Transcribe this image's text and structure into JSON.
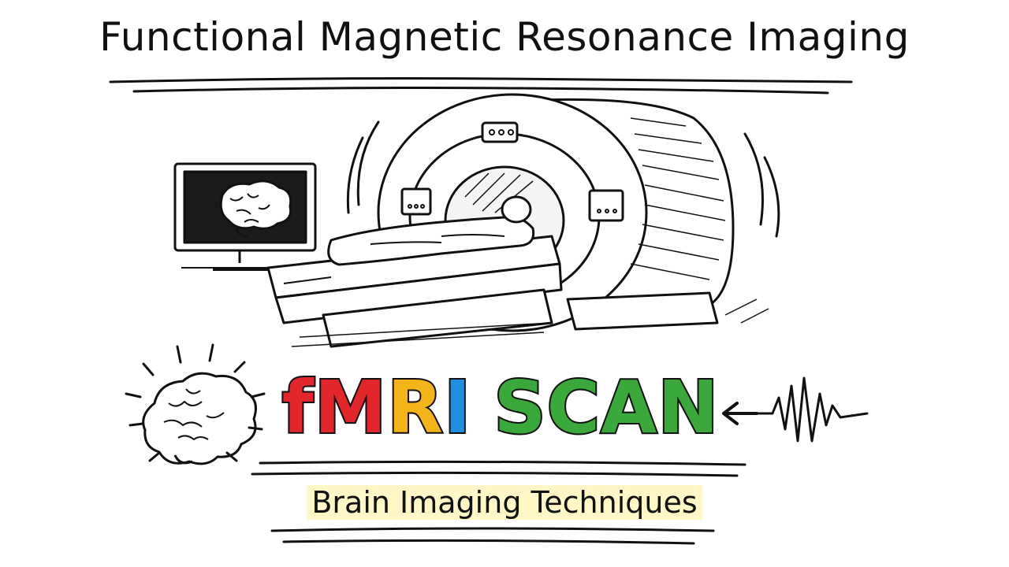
{
  "title": "Functional Magnetic Resonance Imaging",
  "headline": {
    "letters": [
      {
        "char": "f",
        "color": "#e3262b"
      },
      {
        "char": "M",
        "color": "#e3262b"
      },
      {
        "char": "R",
        "color": "#f2b418"
      },
      {
        "char": "I",
        "color": "#1f8fe0"
      },
      {
        "char": " ",
        "color": "#ffffff"
      },
      {
        "char": "S",
        "color": "#3aa83a"
      },
      {
        "char": "C",
        "color": "#3aa83a"
      },
      {
        "char": "A",
        "color": "#3aa83a"
      },
      {
        "char": "N",
        "color": "#3aa83a"
      }
    ]
  },
  "subtitle": "Brain Imaging Techniques",
  "colors": {
    "ink": "#111111",
    "highlight": "#fff8c6",
    "screen": "#1a1a1a"
  },
  "icons": [
    "mri-scanner-icon",
    "monitor-brain-icon",
    "brain-icon",
    "signal-wave-icon",
    "arrow-left-icon"
  ]
}
